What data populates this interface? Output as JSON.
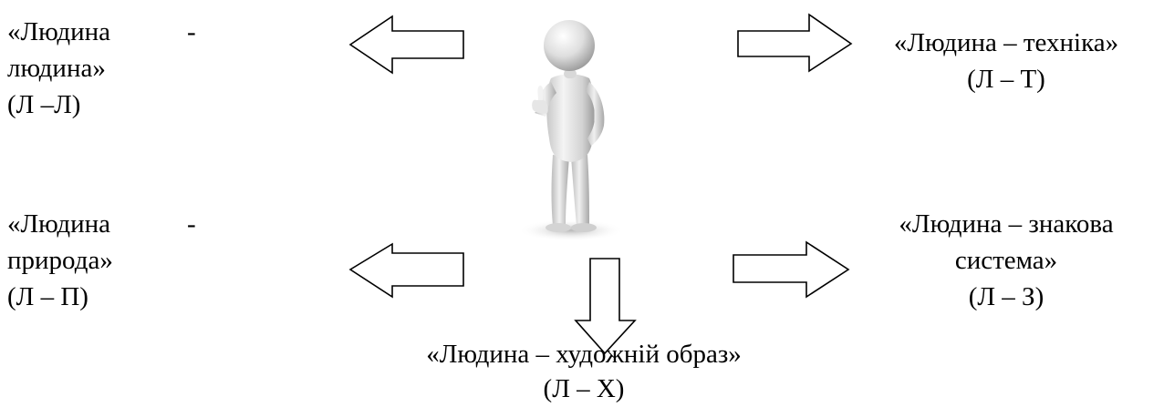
{
  "categories": {
    "human_human": {
      "line1": "«Людина",
      "dash": "-",
      "line2": "людина»",
      "abbr": "(Л –Л)"
    },
    "human_nature": {
      "line1": "«Людина",
      "dash": "-",
      "line2": "природа»",
      "abbr": "(Л – П)"
    },
    "human_technology": {
      "line1": "«Людина – техніка»",
      "abbr": "(Л – Т)"
    },
    "human_sign_system": {
      "line1": "«Людина – знакова",
      "line2": "система»",
      "abbr": "(Л – З)"
    },
    "human_artistic_image": {
      "line1": "«Людина – художній образ»",
      "abbr": "(Л – Х)"
    }
  },
  "center_figure": {
    "icon": "person-thumbs-up-icon"
  },
  "colors": {
    "stroke": "#000000",
    "background": "#ffffff"
  }
}
